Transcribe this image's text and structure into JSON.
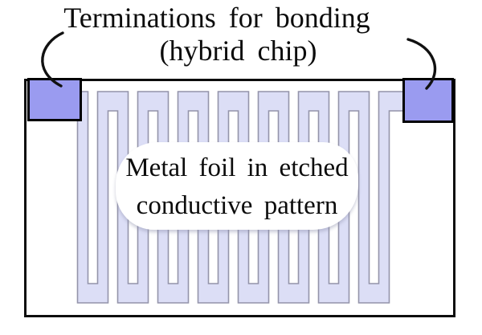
{
  "figure": {
    "title_line1": "Terminations for bonding",
    "title_line2": "(hybrid chip)",
    "label_line1": "Metal foil in etched",
    "label_line2": "conductive pattern"
  },
  "colors": {
    "background": "#ffffff",
    "chip_border": "#0d0d0d",
    "pad_fill": "#9a9bf0",
    "pad_border": "#000000",
    "trace_fill": "#dcdef6",
    "trace_outline": "#9494aa",
    "arc_stroke": "#111111",
    "text": "#0c0c0c"
  },
  "diagram": {
    "type": "hybrid-chip-etched-foil-pattern",
    "termination_pads": [
      "top-left",
      "top-right"
    ],
    "meander_vertical_legs": 16,
    "meander_bottom_turns": 8,
    "meander_top_turns": 7
  }
}
